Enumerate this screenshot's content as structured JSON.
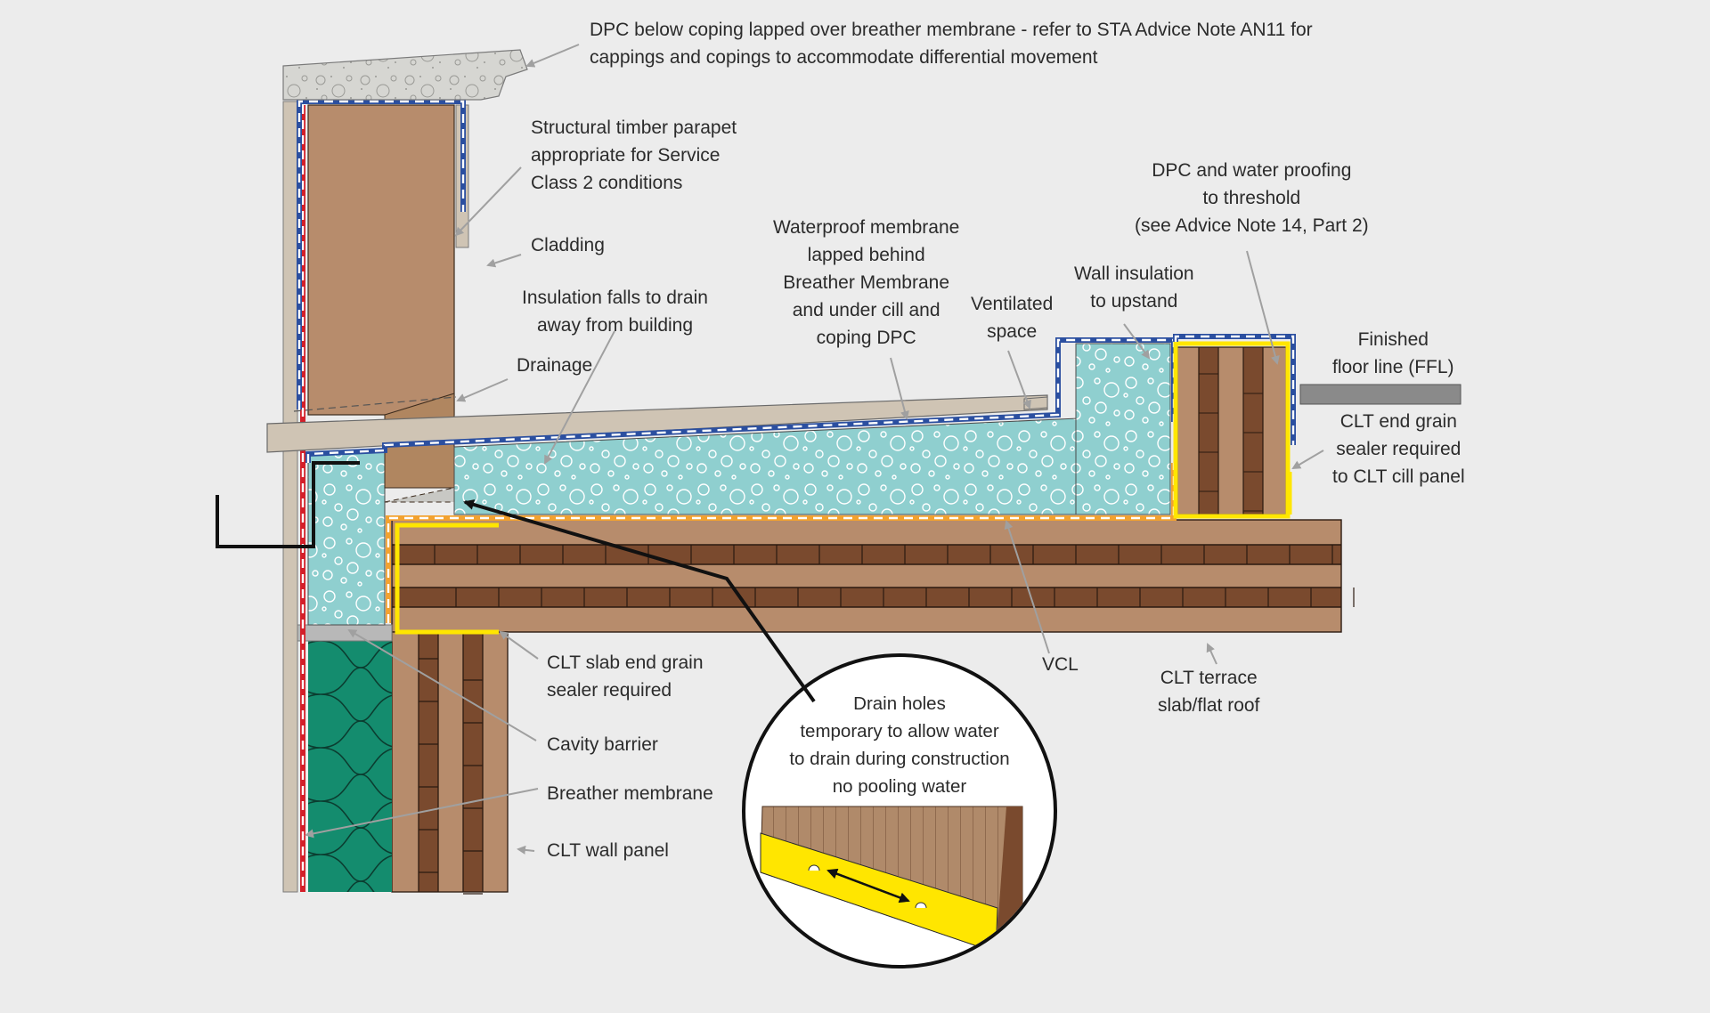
{
  "colors": {
    "background": "#ececec",
    "timber": "#b78c6c",
    "timber_dark": "#8a5a3c",
    "clt_lamella": "#7a4a2e",
    "insulation": "#8fcfcf",
    "wall_insulation_green": "#148c6e",
    "breather_red": "#d4202a",
    "membrane_blue": "#2b4fa0",
    "vcl_orange": "#f2a230",
    "sealer_yellow": "#ffe600",
    "cladding": "#cfc4b4",
    "coping": "#d4d4d0",
    "leader": "#a0a0a0",
    "pointer": "#111111"
  },
  "labels": {
    "dpc_coping": [
      "DPC below coping lapped over breather membrane - refer to STA Advice Note AN11 for",
      "cappings and copings to accommodate differential movement"
    ],
    "structural_parapet": [
      "Structural timber parapet",
      "appropriate for Service",
      "Class 2 conditions"
    ],
    "cladding": [
      "Cladding"
    ],
    "insulation_falls": [
      "Insulation falls to drain",
      "away from building"
    ],
    "drainage": [
      "Drainage"
    ],
    "waterproof_membrane": [
      "Waterproof membrane",
      "lapped behind",
      "Breather Membrane",
      "and under cill and",
      "coping DPC"
    ],
    "ventilated_space": [
      "Ventilated",
      "space"
    ],
    "wall_insulation": [
      "Wall insulation",
      "to upstand"
    ],
    "dpc_threshold": [
      "DPC and water proofing",
      "to threshold",
      "(see Advice Note 14, Part 2)"
    ],
    "ffl": [
      "Finished",
      "floor line (FFL)"
    ],
    "clt_cill_sealer": [
      "CLT end grain",
      "sealer required",
      "to CLT cill panel"
    ],
    "clt_slab_sealer": [
      "CLT slab end grain",
      "sealer required"
    ],
    "vcl": [
      "VCL"
    ],
    "clt_terrace": [
      "CLT terrace",
      "slab/flat roof"
    ],
    "cavity_barrier": [
      "Cavity barrier"
    ],
    "breather_membrane": [
      "Breather membrane"
    ],
    "clt_wall_panel": [
      "CLT wall panel"
    ]
  },
  "callout": {
    "text": [
      "Drain holes",
      "temporary to allow water",
      "to drain during construction",
      "no pooling water"
    ]
  }
}
